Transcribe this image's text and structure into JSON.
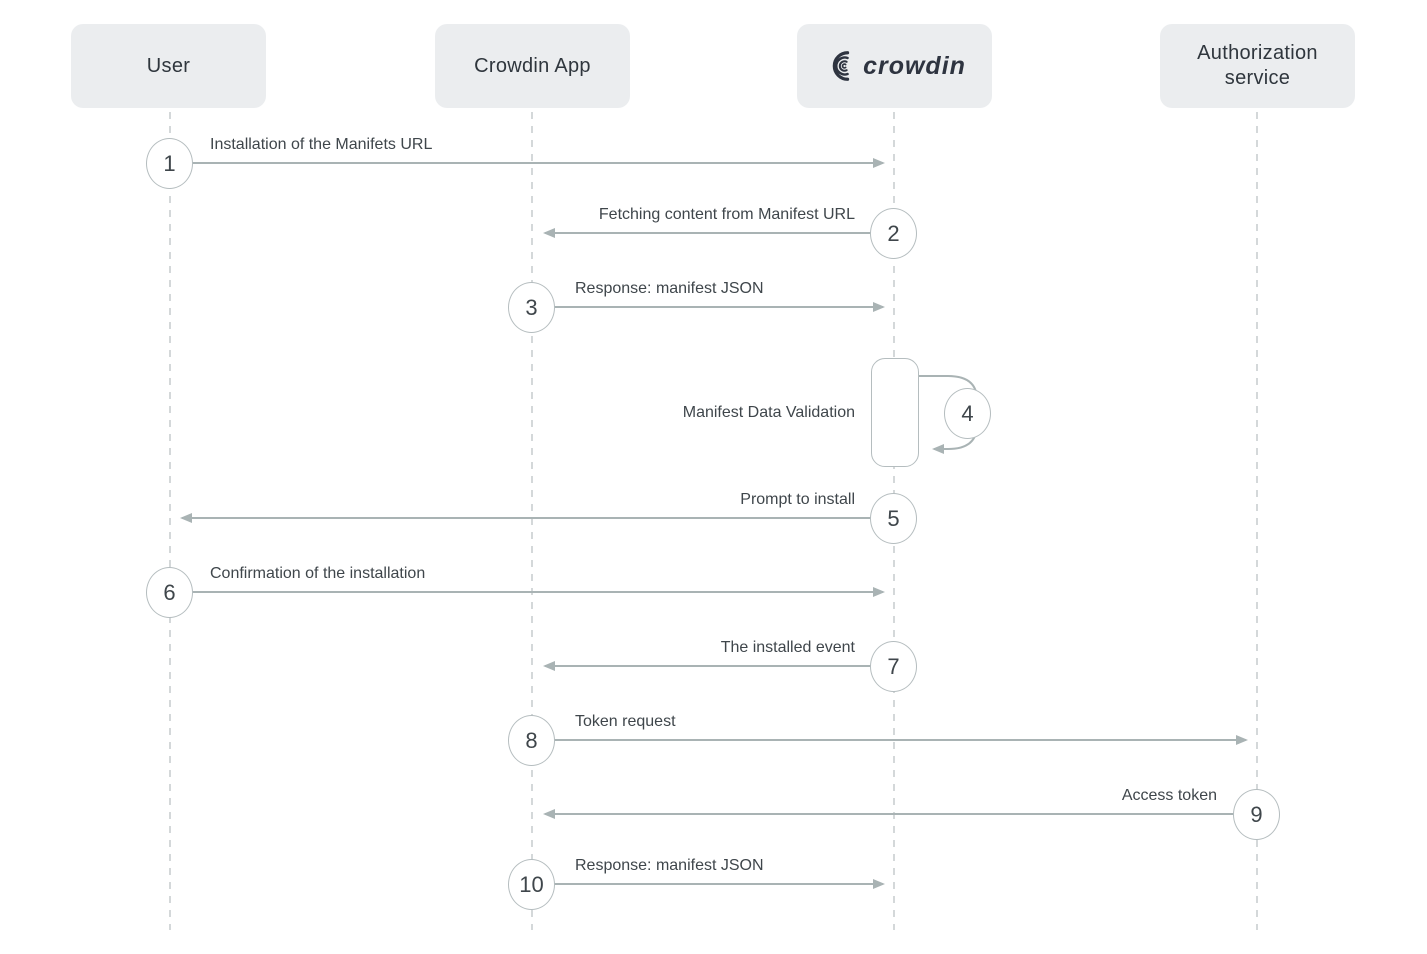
{
  "participants": [
    {
      "id": "user",
      "label": "User"
    },
    {
      "id": "crowdin-app",
      "label": "Crowdin App"
    },
    {
      "id": "crowdin",
      "label": "crowdin",
      "rendered_as": "logo"
    },
    {
      "id": "authorization-service",
      "label": "Authorization service"
    }
  ],
  "logo": {
    "wordmark": "crowdin"
  },
  "messages": [
    {
      "num": "1",
      "label": "Installation of the Manifets URL",
      "from": "User",
      "to": "Crowdin",
      "direction": "right"
    },
    {
      "num": "2",
      "label": "Fetching content from Manifest URL",
      "from": "Crowdin",
      "to": "Crowdin App",
      "direction": "left"
    },
    {
      "num": "3",
      "label": "Response: manifest JSON",
      "from": "Crowdin App",
      "to": "Crowdin",
      "direction": "right"
    },
    {
      "num": "4",
      "label": "Manifest Data Validation",
      "from": "Crowdin",
      "to": "Crowdin",
      "direction": "self-loop"
    },
    {
      "num": "5",
      "label": "Prompt to install",
      "from": "Crowdin",
      "to": "User",
      "direction": "left"
    },
    {
      "num": "6",
      "label": "Confirmation of the installation",
      "from": "User",
      "to": "Crowdin",
      "direction": "right"
    },
    {
      "num": "7",
      "label": "The installed event",
      "from": "Crowdin",
      "to": "Crowdin App",
      "direction": "left"
    },
    {
      "num": "8",
      "label": "Token request",
      "from": "Crowdin App",
      "to": "Authorization service",
      "direction": "right"
    },
    {
      "num": "9",
      "label": "Access token",
      "from": "Authorization service",
      "to": "Crowdin App",
      "direction": "left"
    },
    {
      "num": "10",
      "label": "Response: manifest JSON",
      "from": "Crowdin App",
      "to": "Crowdin",
      "direction": "right"
    }
  ],
  "colors": {
    "background": "#ffffff",
    "participant_fill": "#ebedef",
    "participant_text": "#2f363d",
    "arrow": "#a9b3b4",
    "lifeline": "#c9ced0",
    "circle_border": "#b5bdbf",
    "label_text": "#3f464b",
    "logo_brand": "#2e3440"
  }
}
